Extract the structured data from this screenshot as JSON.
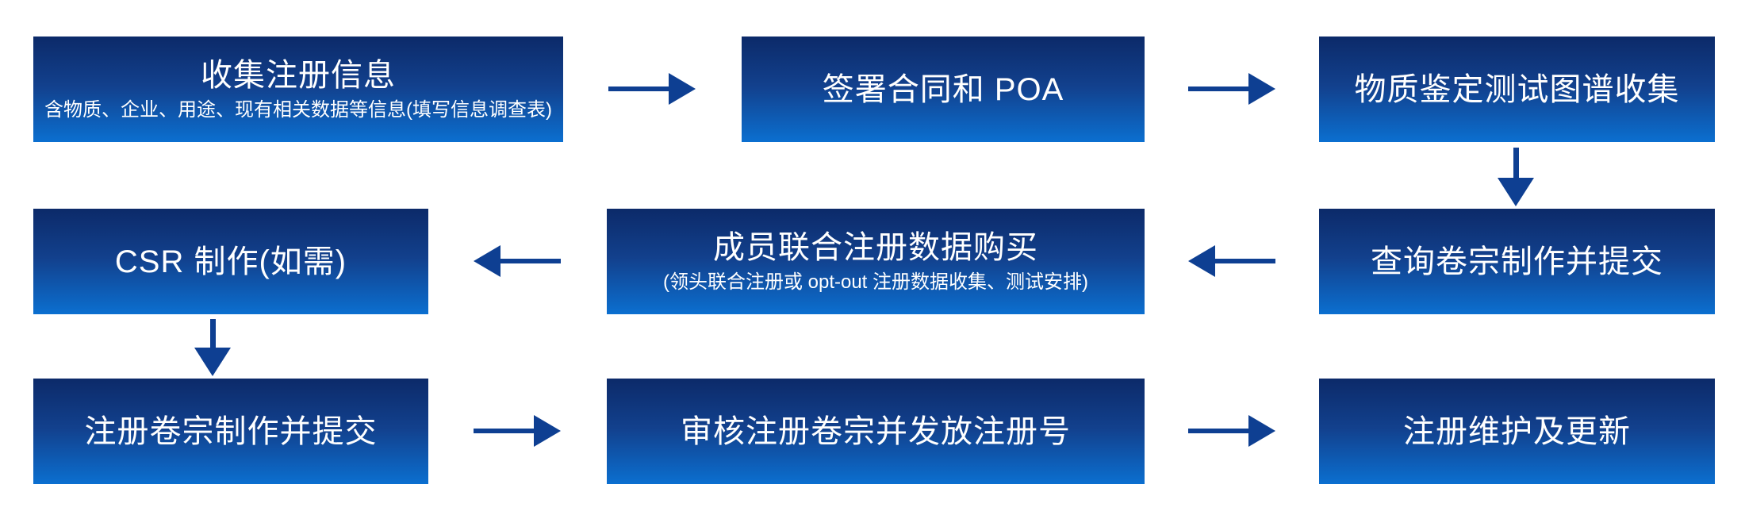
{
  "colors": {
    "box_gradient_top": "#0c2a69",
    "box_gradient_mid": "#12418e",
    "box_gradient_bottom": "#0b6fd0",
    "arrow": "#0e3f92",
    "box_text": "#ffffff",
    "background": "#ffffff"
  },
  "flowchart": {
    "rows": [
      {
        "direction": "right",
        "boxes": [
          {
            "title": "收集注册信息",
            "subtitle": "含物质、企业、用途、现有相关数据等信息(填写信息调查表)"
          },
          {
            "title": "签署合同和 POA"
          },
          {
            "title": "物质鉴定测试图谱收集"
          }
        ]
      },
      {
        "direction": "left",
        "boxes": [
          {
            "title": "CSR 制作(如需)"
          },
          {
            "title": "成员联合注册数据购买",
            "subtitle": "(领头联合注册或 opt-out 注册数据收集、测试安排)"
          },
          {
            "title": "查询卷宗制作并提交"
          }
        ]
      },
      {
        "direction": "right",
        "boxes": [
          {
            "title": "注册卷宗制作并提交"
          },
          {
            "title": "审核注册卷宗并发放注册号"
          },
          {
            "title": "注册维护及更新"
          }
        ]
      }
    ]
  }
}
